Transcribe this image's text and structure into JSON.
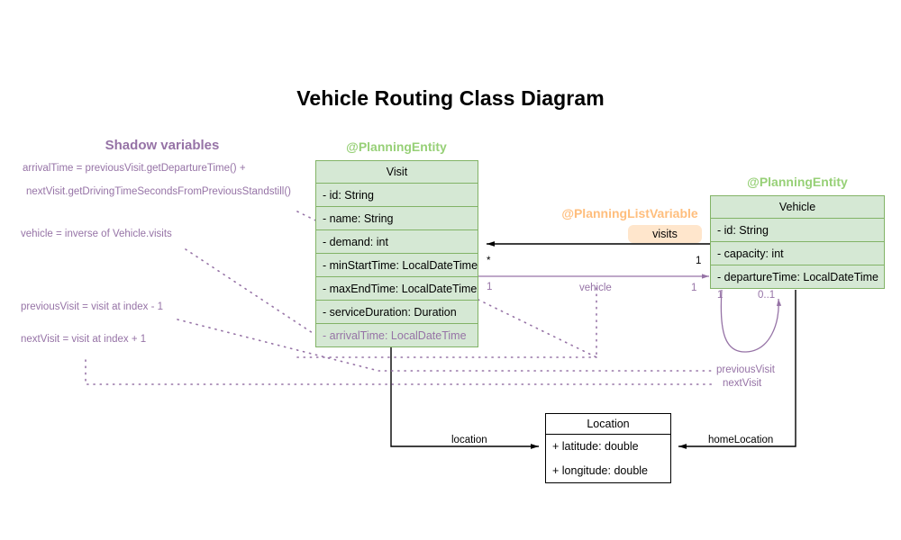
{
  "title": "Vehicle Routing Class Diagram",
  "colors": {
    "entity_fill": "#d5e8d4",
    "entity_stroke": "#82b366",
    "stereotype_green": "#97d077",
    "stereotype_orange": "#ffbe7d",
    "badge_fill": "#ffe6cc",
    "shadow_purple": "#9673a6",
    "plain_stroke": "#000000"
  },
  "shadow_panel": {
    "heading": "Shadow variables",
    "notes": [
      "arrivalTime = previousVisit.getDepartureTime() +",
      "nextVisit.getDrivingTimeSecondsFromPreviousStandstill()",
      "vehicle = inverse of Vehicle.visits",
      "previousVisit = visit at index - 1",
      "nextVisit = visit at index + 1"
    ]
  },
  "classes": {
    "visit": {
      "stereotype": "@PlanningEntity",
      "name": "Visit",
      "attributes": [
        {
          "text": "- id: String",
          "shadow": false
        },
        {
          "text": "- name: String",
          "shadow": false
        },
        {
          "text": "- demand: int",
          "shadow": false
        },
        {
          "text": "- minStartTime: LocalDateTime",
          "shadow": false
        },
        {
          "text": "- maxEndTime: LocalDateTime",
          "shadow": false
        },
        {
          "text": "- serviceDuration: Duration",
          "shadow": false
        },
        {
          "text": "- arrivalTime: LocalDateTime",
          "shadow": true
        }
      ]
    },
    "vehicle": {
      "stereotype": "@PlanningEntity",
      "name": "Vehicle",
      "attributes": [
        {
          "text": "- id: String",
          "shadow": false
        },
        {
          "text": "- capacity: int",
          "shadow": false
        },
        {
          "text": "- departureTime: LocalDateTime",
          "shadow": false
        }
      ]
    },
    "location": {
      "name": "Location",
      "attributes": [
        {
          "text": "+ latitude: double",
          "shadow": false
        },
        {
          "text": "+ longitude: double",
          "shadow": false
        }
      ]
    }
  },
  "annotations": {
    "planning_list_variable": "@PlanningListVariable",
    "visits_badge": "visits"
  },
  "edges": {
    "visits_mult_source": "1",
    "visits_mult_target": "*",
    "vehicle_label": "vehicle",
    "vehicle_mult_source": "1",
    "vehicle_mult_target": "1",
    "self_mult_one": "1",
    "self_mult_zero_one": "0..1",
    "previous_visit_label": "previousVisit",
    "next_visit_label": "nextVisit",
    "location_label": "location",
    "home_location_label": "homeLocation"
  }
}
